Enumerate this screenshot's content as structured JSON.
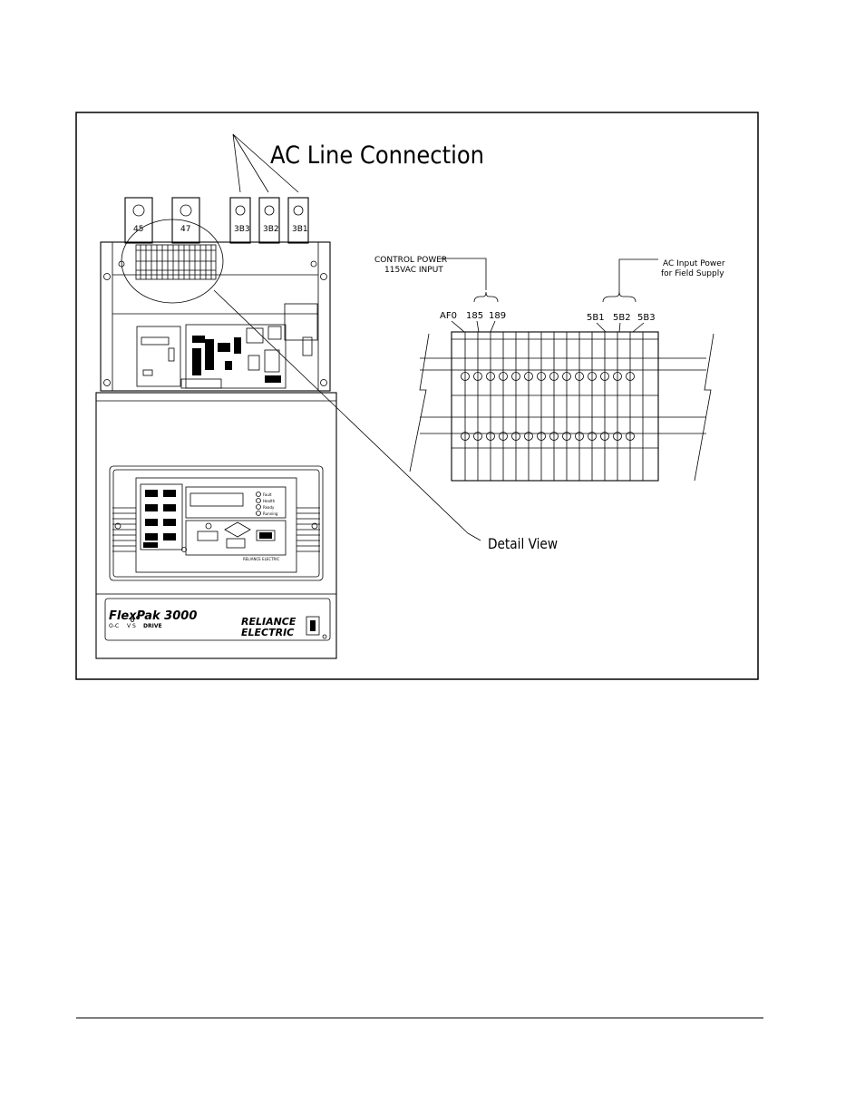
{
  "figure": {
    "title_callout": "AC Line Connection",
    "detail_callout": "Detail View",
    "bus_bar_labels": [
      "45",
      "47",
      "3B3",
      "3B2",
      "3B1"
    ],
    "control_power_note": [
      "CONTROL POWER",
      "115VAC INPUT"
    ],
    "field_supply_note": [
      "AC Input Power",
      "for Field Supply"
    ],
    "terminal_labels": [
      "AF0",
      "185",
      "189",
      "5B1",
      "5B2",
      "5B3"
    ],
    "keypad": {
      "status_leds": [
        "Fault",
        "Health",
        "Ready",
        "Running"
      ],
      "brand_small": "RELIANCE ELECTRIC"
    },
    "nameplate": {
      "product": "FlexPak 3000",
      "brand": [
        "RELIANCE",
        "ELECTRIC"
      ],
      "indicators": [
        "O-C",
        "V S",
        "DRIVE"
      ]
    }
  },
  "colors": {
    "ink": "#000000",
    "paper": "#ffffff"
  }
}
